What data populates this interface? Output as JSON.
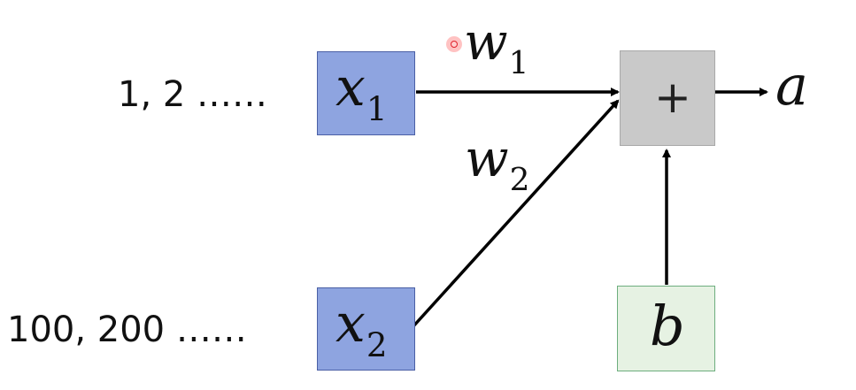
{
  "inputs": [
    {
      "range_text": "1, 2 ……",
      "symbol": "x",
      "subscript": "1"
    },
    {
      "range_text": "100, 200 ……",
      "symbol": "x",
      "subscript": "2"
    }
  ],
  "weights": [
    {
      "symbol": "w",
      "subscript": "1"
    },
    {
      "symbol": "w",
      "subscript": "2"
    }
  ],
  "sum_node": {
    "symbol": "+"
  },
  "bias": {
    "symbol": "b"
  },
  "output": {
    "symbol": "a"
  },
  "colors": {
    "input_fill": "#8ea4e0",
    "input_border": "#4a5fa5",
    "sum_fill": "#c9c9c9",
    "bias_fill": "#e6f2e3",
    "bias_border": "#6dae7e",
    "arrow": "#000000",
    "pointer": "#e0202a"
  }
}
